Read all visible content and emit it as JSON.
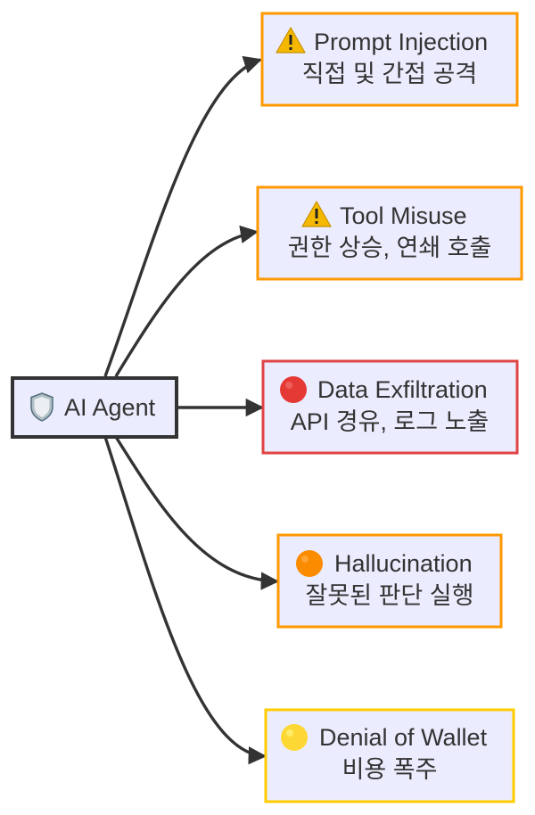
{
  "diagram": {
    "center": {
      "icon": "shield-icon",
      "icon_glyph": "🛡️",
      "label": "AI Agent",
      "border_color": "#333333"
    },
    "threats": [
      {
        "id": "prompt-injection",
        "icon": "warning-icon",
        "icon_glyph": "⚠️",
        "title": "Prompt Injection",
        "subtitle": "직접 및 간접 공격",
        "border_color": "#ff9900"
      },
      {
        "id": "tool-misuse",
        "icon": "warning-icon",
        "icon_glyph": "⚠️",
        "title": "Tool Misuse",
        "subtitle": "권한 상승, 연쇄 호출",
        "border_color": "#ff9900"
      },
      {
        "id": "data-exfiltration",
        "icon": "red-circle-icon",
        "icon_glyph": "🔴",
        "title": "Data Exfiltration",
        "subtitle": "API 경유, 로그 노출",
        "border_color": "#e04444"
      },
      {
        "id": "hallucination",
        "icon": "orange-circle-icon",
        "icon_glyph": "🟠",
        "title": "Hallucination",
        "subtitle": "잘못된 판단 실행",
        "border_color": "#ff9900"
      },
      {
        "id": "denial-of-wallet",
        "icon": "yellow-circle-icon",
        "icon_glyph": "🟡",
        "title": "Denial of Wallet",
        "subtitle": "비용 폭주",
        "border_color": "#ffcc00"
      }
    ],
    "colors": {
      "node_fill": "#ececff",
      "edge": "#333333",
      "text": "#333333",
      "warning": "#f5b800",
      "red": "#e53935",
      "orange": "#fb8c00",
      "yellow": "#fdd835"
    }
  }
}
